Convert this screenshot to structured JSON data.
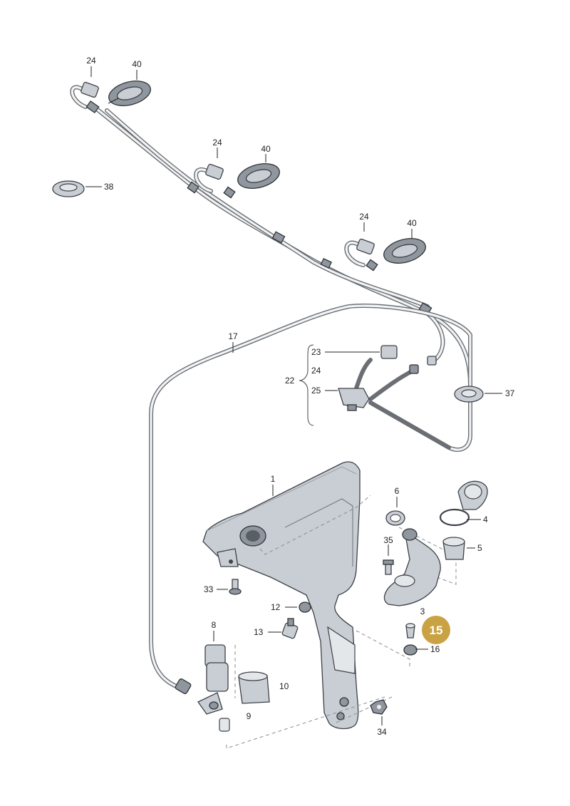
{
  "diagram": {
    "callouts": {
      "c1": "1",
      "c3": "3",
      "c4": "4",
      "c5": "5",
      "c6": "6",
      "c8": "8",
      "c9": "9",
      "c10": "10",
      "c12": "12",
      "c13": "13",
      "c15": "15",
      "c16": "16",
      "c17": "17",
      "c22": "22",
      "c23": "23",
      "c24a": "24",
      "c24b": "24",
      "c24c": "24",
      "c24d": "24",
      "c25": "25",
      "c33": "33",
      "c34": "34",
      "c35": "35",
      "c37": "37",
      "c38": "38",
      "c40a": "40",
      "c40b": "40",
      "c40c": "40"
    },
    "highlight_color": "#c9a243"
  }
}
